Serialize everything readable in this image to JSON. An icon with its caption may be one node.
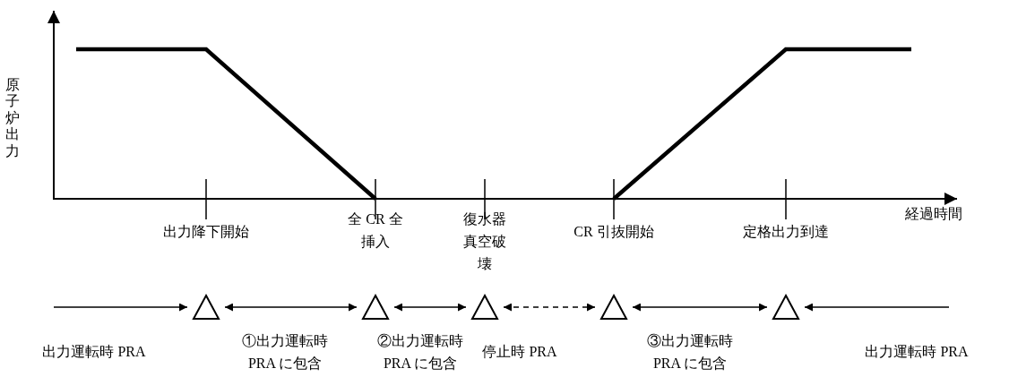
{
  "diagram": {
    "nodes": [
      {
        "text": [],
        "shape": "triangle"
      },
      {
        "text": [],
        "shape": "triangle"
      },
      {
        "text": [],
        "shape": "triangle"
      },
      {
        "text": [],
        "shape": "triangle"
      },
      {
        "text": [],
        "shape": "triangle"
      }
    ],
    "edges": [
      {
        "from": null,
        "to": 0,
        "arrow": "to"
      },
      {
        "from": 0,
        "to": 1,
        "arrow": "both"
      },
      {
        "from": 1,
        "to": 2,
        "arrow": "both"
      },
      {
        "from": 2,
        "to": 3,
        "arrow": "both",
        "style": "dashed"
      },
      {
        "from": 3,
        "to": 4,
        "arrow": "both"
      },
      {
        "from": null,
        "to": 4,
        "arrow": "to"
      }
    ],
    "labels": [
      "原子炉出力",
      "経過時間",
      "出力降下開始",
      "全 CR 全挿入",
      "復水器真空破壊",
      "CR 引抜開始",
      "定格出力到達",
      "出力運転時 PRA",
      "①出力運転時PRA に包含",
      "②出力運転時PRA に包含",
      "停止時 PRA",
      "③出力運転時PRA に包含",
      "出力運転時 PRA"
    ]
  }
}
